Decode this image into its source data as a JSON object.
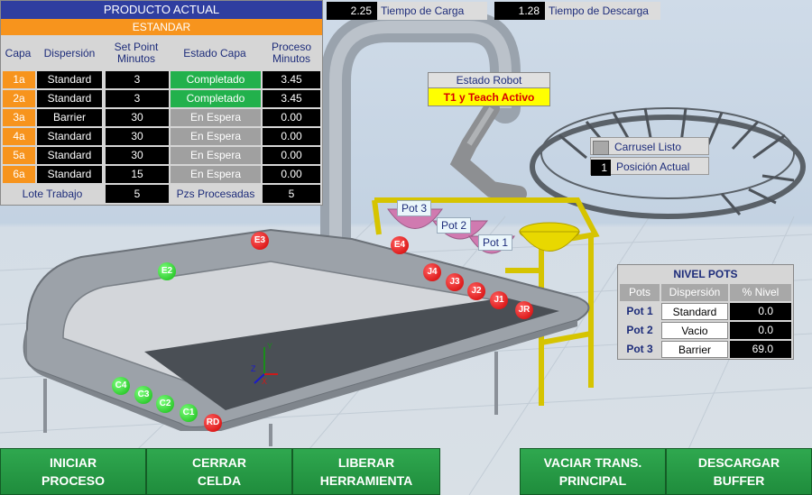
{
  "producto": {
    "title": "PRODUCTO ACTUAL",
    "product_name": "ESTANDAR",
    "headers": {
      "capa": "Capa",
      "dispersion": "Dispersión",
      "set_point": "Set Point Minutos",
      "estado": "Estado Capa",
      "proceso": "Proceso Minutos"
    },
    "rows": [
      {
        "capa": "1a",
        "dispersion": "Standard",
        "set_point": "3",
        "estado": "Completado",
        "proceso": "3.45"
      },
      {
        "capa": "2a",
        "dispersion": "Standard",
        "set_point": "3",
        "estado": "Completado",
        "proceso": "3.45"
      },
      {
        "capa": "3a",
        "dispersion": "Barrier",
        "set_point": "30",
        "estado": "En Espera",
        "proceso": "0.00"
      },
      {
        "capa": "4a",
        "dispersion": "Standard",
        "set_point": "30",
        "estado": "En Espera",
        "proceso": "0.00"
      },
      {
        "capa": "5a",
        "dispersion": "Standard",
        "set_point": "30",
        "estado": "En Espera",
        "proceso": "0.00"
      },
      {
        "capa": "6a",
        "dispersion": "Standard",
        "set_point": "15",
        "estado": "En Espera",
        "proceso": "0.00"
      }
    ],
    "lote_label": "Lote Trabajo",
    "lote_value": "5",
    "pzs_label": "Pzs Procesadas",
    "pzs_value": "5"
  },
  "tiempos": {
    "carga_value": "2.25",
    "carga_label": "Tiempo de Carga",
    "descarga_value": "1.28",
    "descarga_label": "Tiempo de Descarga"
  },
  "robot": {
    "title": "Estado Robot",
    "status": "T1 y Teach Activo"
  },
  "carrusel": {
    "listo_label": "Carrusel Listo",
    "posicion_value": "1",
    "posicion_label": "Posición Actual"
  },
  "nivel_pots": {
    "title": "NIVEL POTS",
    "headers": {
      "pots": "Pots",
      "dispersion": "Dispersión",
      "nivel": "%  Nivel"
    },
    "rows": [
      {
        "pot": "Pot 1",
        "dispersion": "Standard",
        "nivel": "0.0"
      },
      {
        "pot": "Pot 2",
        "dispersion": "Vacio",
        "nivel": "0.0"
      },
      {
        "pot": "Pot 3",
        "dispersion": "Barrier",
        "nivel": "69.0"
      }
    ]
  },
  "pots_3d": [
    "Pot 3",
    "Pot 2",
    "Pot 1"
  ],
  "sensors": {
    "red": [
      "E3",
      "E4",
      "J4",
      "J3",
      "J2",
      "J1",
      "JR",
      "RD"
    ],
    "green": [
      "E2",
      "C4",
      "C3",
      "C2",
      "C1"
    ]
  },
  "axes_labels": {
    "y": "Y",
    "z": "Z",
    "x": "X"
  },
  "buttons": [
    {
      "line1": "INICIAR",
      "line2": "PROCESO"
    },
    {
      "line1": "CERRAR",
      "line2": "CELDA"
    },
    {
      "line1": "LIBERAR",
      "line2": "HERRAMIENTA"
    },
    {
      "line1": "VACIAR TRANS.",
      "line2": "PRINCIPAL"
    },
    {
      "line1": "DESCARGAR",
      "line2": "BUFFER"
    }
  ],
  "colors": {
    "header_blue": "#2f3ea0",
    "orange": "#f7941d",
    "completado": "#22b14c",
    "espera": "#a0a0a0",
    "button_green": "#2fa84f",
    "robot_status_bg": "#ffff00",
    "robot_status_text": "#d80000"
  }
}
